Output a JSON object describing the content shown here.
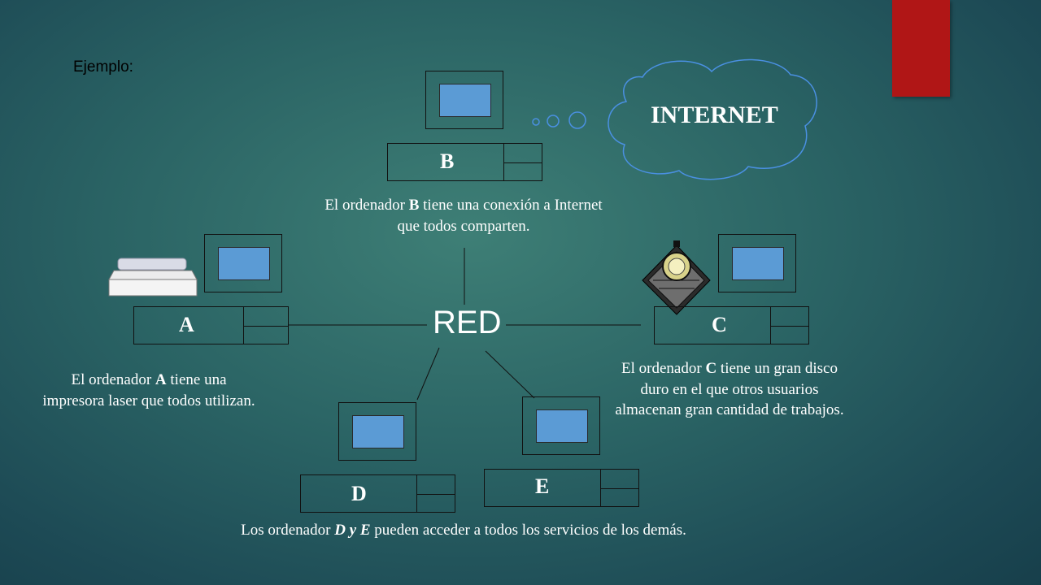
{
  "header": {
    "example_label": "Ejemplo:"
  },
  "cloud": {
    "label": "INTERNET"
  },
  "network": {
    "center_label": "RED"
  },
  "computers": {
    "a": {
      "label": "A"
    },
    "b": {
      "label": "B"
    },
    "c": {
      "label": "C"
    },
    "d": {
      "label": "D"
    },
    "e": {
      "label": "E"
    }
  },
  "captions": {
    "b": {
      "prefix": "El ordenador ",
      "bold": "B",
      "suffix": " tiene una conexión a Internet que todos comparten."
    },
    "a": {
      "prefix": "El ordenador ",
      "bold": "A",
      "suffix": " tiene una impresora laser que todos utilizan."
    },
    "c": {
      "prefix": "El ordenador ",
      "bold": "C",
      "suffix": " tiene un gran disco duro en el que otros usuarios almacenan gran cantidad de trabajos."
    },
    "de": {
      "prefix": "Los ordenador ",
      "bold": "D y E",
      "suffix": " pueden acceder a todos los servicios de los demás."
    }
  },
  "colors": {
    "accent_tab": "#b01616",
    "screen": "#5b9bd5"
  }
}
